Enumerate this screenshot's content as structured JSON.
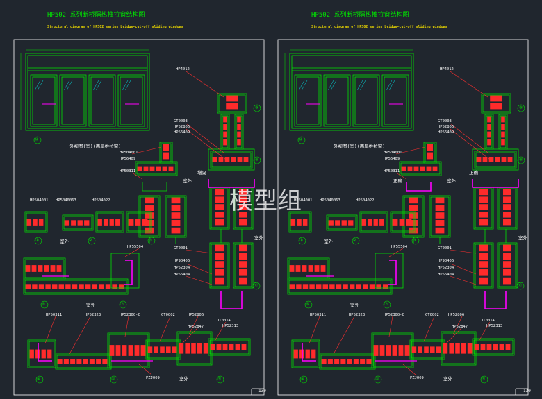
{
  "colors": {
    "background": "#20262e",
    "frame": "#ffffff",
    "profile": "#00e400",
    "section_fill": "#ff2b2b",
    "bead": "#ff00ff",
    "leader": "#ff3030",
    "title_en": "#e6d300",
    "glass": "#00e4e4"
  },
  "watermark": "模型组",
  "sheets": [
    {
      "title_cn": "HP502   系列断桥隔热推拉窗结构图",
      "title_en": "Structural diagram of HP502 series bridge-cut-off sliding windows",
      "caption_outer": "外视图(室)(两扇推拉窗)",
      "page_number": "130",
      "rooms": [
        "室外",
        "室外",
        "室外",
        "室外",
        "室外"
      ],
      "notes": [
        "增设"
      ],
      "codes": [
        "HP4012",
        "GT0003",
        "HP52806",
        "HP56409",
        "HP504001",
        "HP56409",
        "HP50311",
        "HP504001",
        "HP5040063",
        "HP504022",
        "HP55504",
        "GT0001",
        "HP90406",
        "HP52304",
        "HP56404",
        "HP50311",
        "HP52323",
        "HP52300-C",
        "GT0002",
        "HP52806",
        "HP52847",
        "JT0014",
        "HP52313",
        "PZJ009"
      ],
      "circles": [
        "①",
        "②",
        "③",
        "④",
        "⑤",
        "⑥",
        "⑦",
        "⑧",
        "⑨",
        "⑩",
        "⑪"
      ]
    },
    {
      "title_cn": "HP502   系列断桥隔热推拉窗结构图",
      "title_en": "Structural diagram of HP502 series bridge-cut-off sliding windows",
      "caption_outer": "外视图(室)(两扇推拉窗)",
      "page_number": "130",
      "rooms": [
        "室外",
        "室外",
        "室外",
        "室外",
        "室外"
      ],
      "notes": [
        "正确",
        "正确"
      ],
      "codes": [
        "HP4012",
        "GT0003",
        "HP52806",
        "HP56409",
        "HP504001",
        "HP56409",
        "HP50311",
        "HP504001",
        "HP5040063",
        "HP504022",
        "HP55504",
        "GT0001",
        "HP90406",
        "HP52304",
        "HP56404",
        "HP50311",
        "HP52323",
        "HP52300-C",
        "GT0002",
        "HP52806",
        "HP52847",
        "JT0014",
        "HP52313",
        "PZJ009"
      ],
      "circles": [
        "①",
        "②",
        "③",
        "④",
        "⑤",
        "⑥",
        "⑦",
        "⑧",
        "⑨",
        "⑩",
        "⑪"
      ]
    }
  ]
}
